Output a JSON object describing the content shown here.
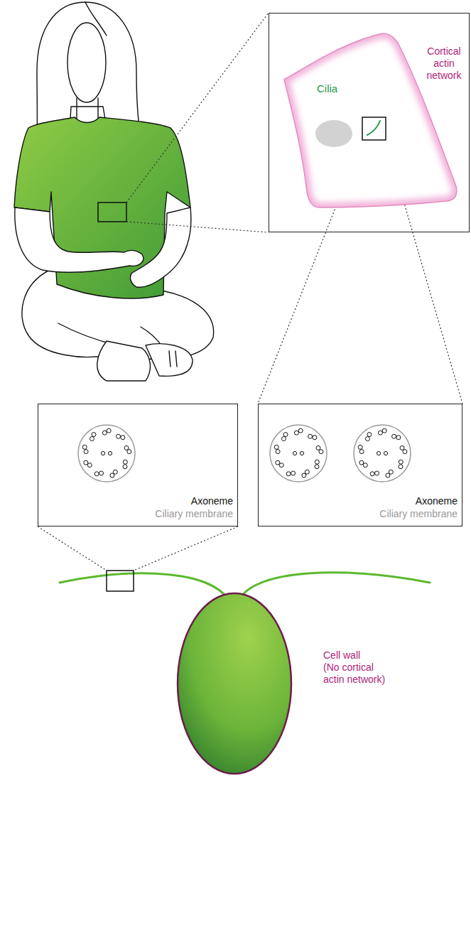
{
  "diagram": {
    "nodes": [
      {
        "text": [
          "Cilia",
          "Cortical actin network"
        ]
      },
      {
        "text": [
          "Axoneme",
          "Ciliary membrane"
        ]
      },
      {
        "text": [
          "Axoneme",
          "Ciliary membrane"
        ]
      }
    ],
    "labels": [
      "Cell wall",
      "(No cortical actin network)"
    ]
  }
}
